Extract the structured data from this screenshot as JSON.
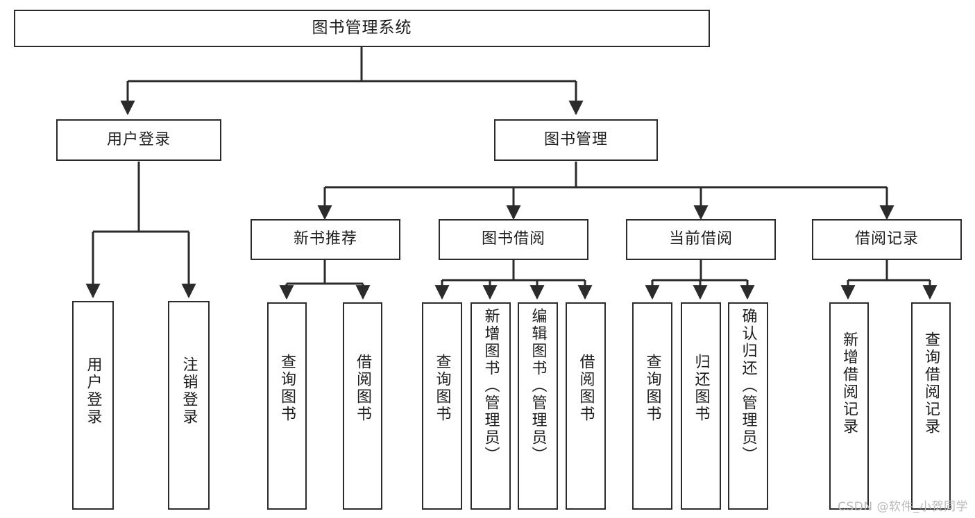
{
  "diagram": {
    "title": "图书管理系统",
    "watermark": "CSDN @软件_小贺同学",
    "colors": {
      "box_border": "#2b2b2b",
      "edge": "#2b2b2b",
      "background": "#ffffff",
      "text": "#1c1c1c",
      "watermark": "#b9b9b9"
    },
    "root": {
      "label": "图书管理系统"
    },
    "level2": [
      {
        "label": "用户登录"
      },
      {
        "label": "图书管理"
      }
    ],
    "level3": [
      {
        "label": "新书推荐"
      },
      {
        "label": "图书借阅"
      },
      {
        "label": "当前借阅"
      },
      {
        "label": "借阅记录"
      }
    ],
    "leaves": {
      "user_login": [
        {
          "label": "用户登录"
        },
        {
          "label": "注销登录"
        }
      ],
      "new_book_recommend": [
        {
          "label": "查询图书"
        },
        {
          "label": "借阅图书"
        }
      ],
      "book_borrow": [
        {
          "label": "查询图书"
        },
        {
          "label": "新增图书（管理员）"
        },
        {
          "label": "编辑图书（管理员）"
        },
        {
          "label": "借阅图书"
        }
      ],
      "current_borrow": [
        {
          "label": "查询图书"
        },
        {
          "label": "归还图书"
        },
        {
          "label": "确认归还（管理员）"
        }
      ],
      "borrow_record": [
        {
          "label": "新增借阅记录"
        },
        {
          "label": "查询借阅记录"
        }
      ]
    }
  }
}
